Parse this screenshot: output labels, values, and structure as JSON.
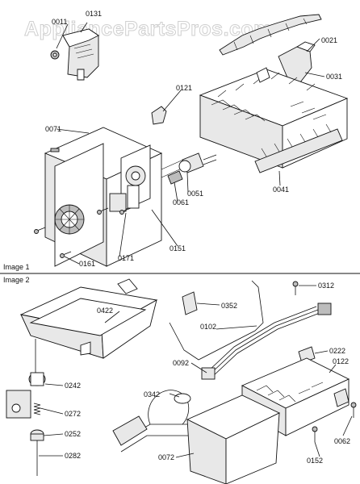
{
  "watermark": "AppliancePartsPros.com",
  "sections": [
    {
      "label": "Image 1"
    },
    {
      "label": "Image 2"
    }
  ],
  "parts": {
    "p0131": "0131",
    "p0011": "0011",
    "p0021": "0021",
    "p0031": "0031",
    "p0121": "0121",
    "p0071": "0071",
    "p0051": "0051",
    "p0061": "0061",
    "p0041": "0041",
    "p0151": "0151",
    "p0171": "0171",
    "p0161": "0161",
    "p0312": "0312",
    "p0422": "0422",
    "p0352": "0352",
    "p0102": "0102",
    "p0222": "0222",
    "p0092": "0092",
    "p0122": "0122",
    "p0242": "0242",
    "p0342": "0342",
    "p0272": "0272",
    "p0252": "0252",
    "p0062": "0062",
    "p0282": "0282",
    "p0152": "0152",
    "p0072": "0072"
  }
}
